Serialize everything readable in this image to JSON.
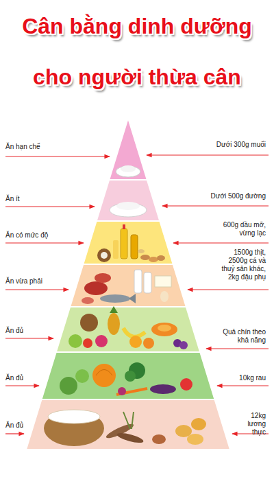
{
  "diagram": {
    "title": "Cân bằng dinh dưỡng cho người thừa cân",
    "labels": [
      "Ăn hạn chế",
      "Dưới 300g muối",
      "Ăn ít",
      "Dưới 500g đường",
      "Ăn có mức độ",
      "600g dầu mỡ, vừng lạc",
      "Ăn vừa phải",
      "1500g thịt, 2500g cá và thuỷ sản khác, 2kg đậu phụ",
      "Ăn đủ",
      "Quả chín theo khả năng",
      "Ăn đủ",
      "10kg rau",
      "Ăn đủ",
      "12kg lương thực"
    ]
  }
}
